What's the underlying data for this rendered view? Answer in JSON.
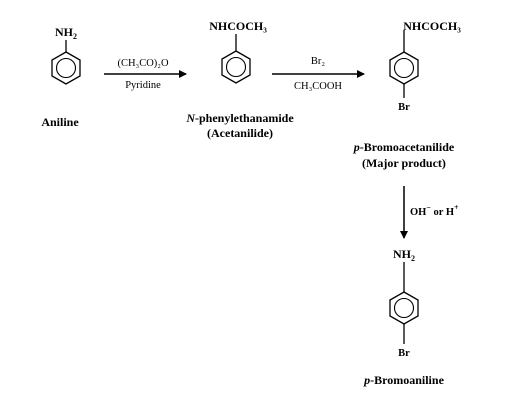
{
  "colors": {
    "ink": "#000000",
    "background": "#ffffff"
  },
  "molecules": {
    "aniline": {
      "substituent_html": "NH₂",
      "name": "Aniline"
    },
    "acetanilide": {
      "substituent": "NHCOCH₃",
      "name_italic": "N",
      "name_rest": "-phenylethanamide",
      "name_alt": "(Acetanilide)"
    },
    "p_bromoacetanilide": {
      "substituent": "NHCOCH₃",
      "para_substituent": "Br",
      "name_italic": "p",
      "name_rest": "-Bromoacetanilide",
      "note": "(Major product)"
    },
    "p_bromoaniline": {
      "substituent": "NH₂",
      "para_substituent": "Br",
      "name_italic": "p",
      "name_rest": "-Bromoaniline"
    }
  },
  "steps": {
    "step1": {
      "reagent": "(CH₃CO)₂O",
      "condition": "Pyridine"
    },
    "step2": {
      "reagent": "Br₂",
      "condition": "CH₃COOH"
    },
    "step3": {
      "reagent_part1": "OH",
      "reagent_part1_sup": "−",
      "reagent_join": " or H",
      "reagent_part2_sup": "+"
    }
  }
}
